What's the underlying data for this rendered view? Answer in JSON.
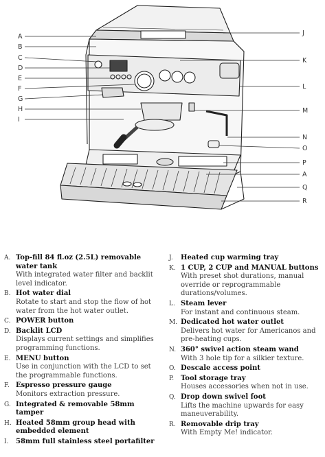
{
  "callouts_left": [
    "A",
    "B",
    "C",
    "D",
    "E",
    "F",
    "G",
    "H",
    "I"
  ],
  "callouts_right": [
    "J",
    "K",
    "L",
    "M",
    "N",
    "O",
    "P",
    "A",
    "Q",
    "R"
  ],
  "legend_left": [
    {
      "letter": "A.",
      "title": "Top-fill 84 fl.oz (2.5L) removable water tank",
      "desc": "With integrated water filter and backlit level indicator."
    },
    {
      "letter": "B.",
      "title": "Hot water dial",
      "desc": "Rotate to start and stop the flow of hot water from the hot water outlet."
    },
    {
      "letter": "C.",
      "title": "POWER button",
      "desc": ""
    },
    {
      "letter": "D.",
      "title": "Backlit LCD",
      "desc": "Displays current settings and simplifies programming functions."
    },
    {
      "letter": "E.",
      "title": "MENU button",
      "desc": "Use in conjunction with the LCD to set the programmable functions."
    },
    {
      "letter": "F.",
      "title": "Espresso pressure gauge",
      "desc": "Monitors extraction pressure."
    },
    {
      "letter": "G.",
      "title": "Integrated & removable 58mm tamper",
      "desc": ""
    },
    {
      "letter": "H.",
      "title": "Heated 58mm group head with embedded element",
      "desc": ""
    },
    {
      "letter": "I.",
      "title": "58mm full stainless steel portafilter",
      "desc": ""
    }
  ],
  "legend_right": [
    {
      "letter": "J.",
      "title": "Heated cup warming tray",
      "desc": ""
    },
    {
      "letter": "K.",
      "title": "1 CUP, 2 CUP and MANUAL buttons",
      "desc": "With preset shot durations, manual override or reprogrammable durations/volumes."
    },
    {
      "letter": "L.",
      "title": "Steam lever",
      "desc": "For instant and continuous steam."
    },
    {
      "letter": "M.",
      "title": "Dedicated hot water outlet",
      "desc": "Delivers hot water for Americanos and pre-heating cups."
    },
    {
      "letter": "N.",
      "title": "360° swivel action steam wand",
      "desc": "With 3 hole tip for a silkier texture."
    },
    {
      "letter": "O.",
      "title": "Descale access point",
      "desc": ""
    },
    {
      "letter": "P.",
      "title": "Tool storage tray",
      "desc": "Houses accessories when not in use."
    },
    {
      "letter": "Q.",
      "title": "Drop down swivel foot",
      "desc": "Lifts the machine upwards for easy maneuverability."
    },
    {
      "letter": "R.",
      "title": "Removable drip tray",
      "desc": "With Empty Me! indicator."
    }
  ]
}
